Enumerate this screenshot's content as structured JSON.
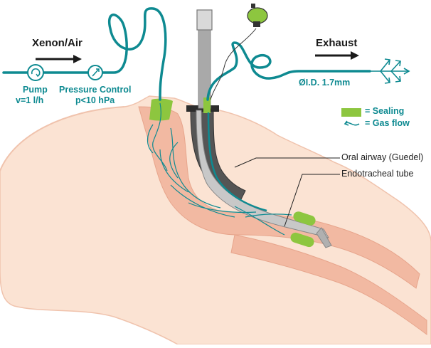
{
  "labels": {
    "inlet": "Xenon/Air",
    "exhaust": "Exhaust",
    "pump": "Pump",
    "pump_rate": "v=1 l/h",
    "pressure_control": "Pressure Control",
    "pressure_value": "p<10 hPa",
    "tube_diameter": "ØI.D. 1.7mm",
    "legend_sealing": "= Sealing",
    "legend_gasflow": "= Gas flow",
    "oral_airway": "Oral airway (Guedel)",
    "endotracheal_tube": "Endotracheal tube"
  },
  "colors": {
    "tubing": "#0e8a91",
    "sealing": "#8dc63f",
    "skin": "#fbe3d3",
    "tissue": "#f2b9a2",
    "airway": "#555555"
  },
  "icons": [
    "pump-icon",
    "pressure-gauge-icon",
    "balloon-pilot-icon",
    "exhaust-arrows-icon"
  ]
}
